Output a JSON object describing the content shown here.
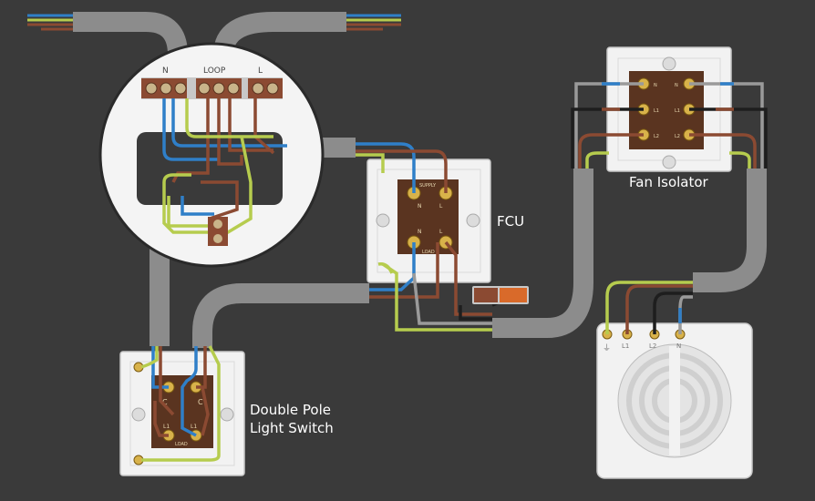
{
  "labels": {
    "fcu": "FCU",
    "fan_isolator": "Fan Isolator",
    "switch_line1": "Double Pole",
    "switch_line2": "Light Switch"
  },
  "junction": {
    "terminal_n": "N",
    "terminal_loop": "LOOP",
    "terminal_l": "L"
  },
  "fcu_terminals": {
    "supply": "SUPPLY",
    "load": "LOAD",
    "n_top": "N",
    "l_top": "L",
    "n_bottom": "N",
    "l_bottom": "L"
  },
  "switch_terminals": {
    "c_left": "C",
    "c_right": "C",
    "l1_left": "L1",
    "l1_right": "L1",
    "load": "LOAD"
  },
  "isolator_terminals": {
    "n_left": "N",
    "l1_left": "L1",
    "l2_left": "L2",
    "n_right": "N",
    "l1_right": "L1",
    "l2_right": "L2"
  },
  "fan_terminals": {
    "earth": "⏚",
    "l1": "L1",
    "l2": "L2",
    "n": "N"
  },
  "colors": {
    "background": "#3a3a3a",
    "cable_sheath": "#8c8c8c",
    "faceplate": "#f2f2f2",
    "terminal_block": "#5a3420",
    "neutral_blue": "#2f7fc8",
    "live_brown": "#8b4a32",
    "earth_green_yellow": "#b6cc4e",
    "black_core": "#1e1e1e",
    "grey_core": "#9a9a9a",
    "brass": "#d8b24a"
  }
}
